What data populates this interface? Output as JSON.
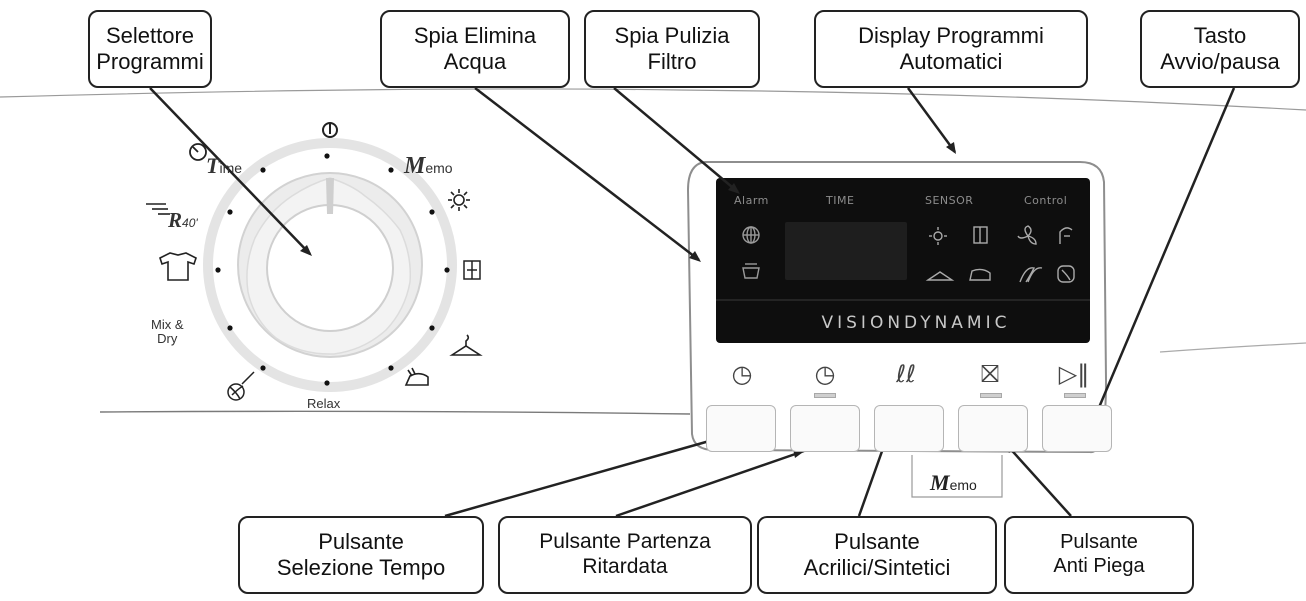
{
  "callouts": {
    "selettore": "Selettore\nProgrammi",
    "spia_acqua": "Spia Elimina\nAcqua",
    "spia_filtro": "Spia Pulizia\nFiltro",
    "display": "Display Programmi\nAutomatici",
    "avvio": "Tasto\nAvvio/pausa",
    "tempo": "Pulsante\nSelezione Tempo",
    "partenza": "Pulsante Partenza\nRitardata",
    "acrilici": "Pulsante\nAcrilici/Sintetici",
    "antipiega": "Pulsante\nAnti Piega"
  },
  "dial": {
    "time_initial": "T",
    "time_rest": "ime",
    "memo_initial": "M",
    "memo_rest": "emo",
    "r40": "R",
    "r40_sub": "40'",
    "mix_dry": "Mix &\nDry",
    "relax": "Relax"
  },
  "display_panel": {
    "alarm": "Alarm",
    "time": "TIME",
    "sensor": "SENSOR",
    "control": "Control",
    "brand": "VISIONDYNAMIC"
  },
  "memo_button_label": {
    "initial": "M",
    "rest": "emo"
  },
  "icons": {
    "power": "power-icon",
    "timer": "timer-icon",
    "sun": "sun-dry-icon",
    "cupboard": "cupboard-dry-icon",
    "hanger": "hanger-icon",
    "iron": "iron-icon",
    "wool": "wool-icon",
    "shirt": "shirt-icon"
  }
}
